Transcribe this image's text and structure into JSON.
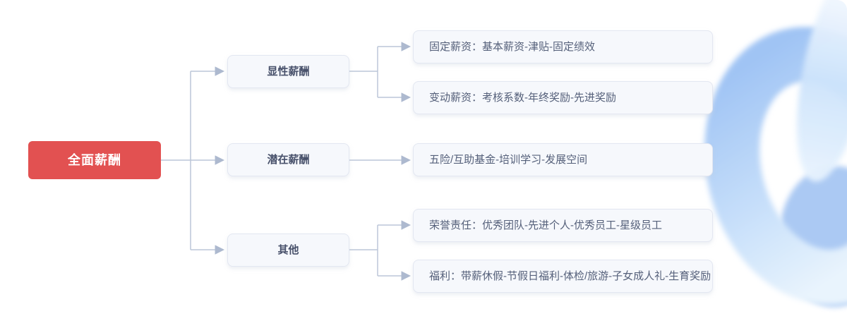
{
  "colors": {
    "root_background": "#e25151",
    "root_text": "#ffffff",
    "node_background": "#f6f8fc",
    "node_border": "#e3e7f1",
    "branch_text": "#47506a",
    "leaf_text": "#55607a",
    "connector_line": "#bcc6d8",
    "connector_arrow": "#adb9cf",
    "decoration_blue": "#a5c7f5"
  },
  "tree": {
    "root": {
      "label": "全面薪酬"
    },
    "branches": [
      {
        "label": "显性薪酬",
        "children": [
          {
            "label": "固定薪资：基本薪资-津贴-固定绩效"
          },
          {
            "label": "变动薪资：考核系数-年终奖励-先进奖励"
          }
        ]
      },
      {
        "label": "潜在薪酬",
        "children": [
          {
            "label": "五险/互助基金-培训学习-发展空间"
          }
        ]
      },
      {
        "label": "其他",
        "children": [
          {
            "label": "荣誉责任：优秀团队-先进个人-优秀员工-星级员工"
          },
          {
            "label": "福利：带薪休假-节假日福利-体检/旅游-子女成人礼-生育奖励"
          }
        ]
      }
    ]
  }
}
